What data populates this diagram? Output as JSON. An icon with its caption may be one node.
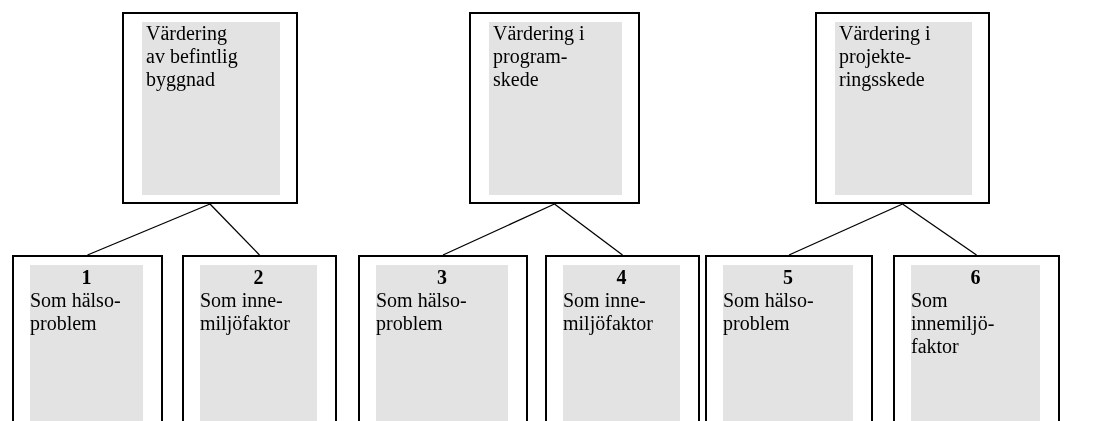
{
  "diagram": {
    "nodes": [
      {
        "text": [
          "Värdering av befintlig byggnad"
        ]
      },
      {
        "text": [
          "Värdering i program-skede"
        ]
      },
      {
        "text": [
          "Värdering i projekte-ringsskede"
        ]
      },
      {
        "text": [
          "1",
          "Som hälso-problem"
        ]
      },
      {
        "text": [
          "2",
          "Som inne-miljöfaktor"
        ]
      },
      {
        "text": [
          "3",
          "Som hälso-problem"
        ]
      },
      {
        "text": [
          "4",
          "Som inne-miljöfaktor"
        ]
      },
      {
        "text": [
          "5",
          "Som hälso-problem"
        ]
      },
      {
        "text": [
          "6",
          "Som innemiljö-faktor"
        ]
      }
    ],
    "edges": [
      {
        "from": 0,
        "to": 3,
        "arrow": "none"
      },
      {
        "from": 0,
        "to": 4,
        "arrow": "none"
      },
      {
        "from": 1,
        "to": 5,
        "arrow": "none"
      },
      {
        "from": 1,
        "to": 6,
        "arrow": "none"
      },
      {
        "from": 2,
        "to": 7,
        "arrow": "none"
      },
      {
        "from": 2,
        "to": 8,
        "arrow": "none"
      }
    ]
  }
}
